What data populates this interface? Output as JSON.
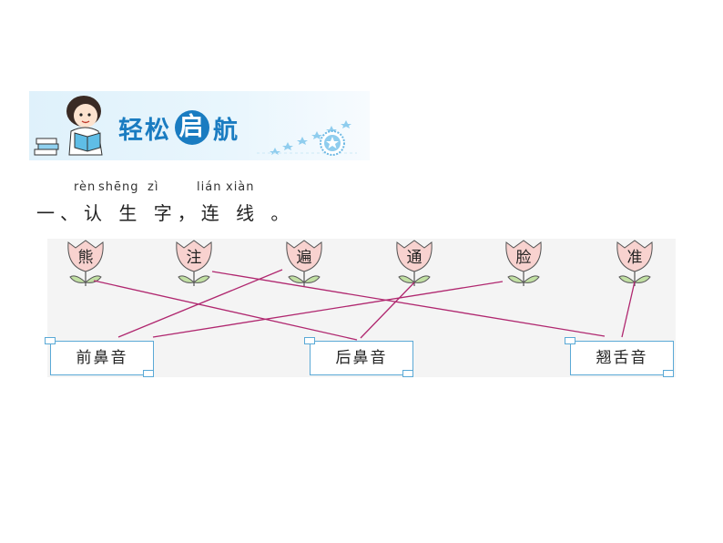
{
  "banner": {
    "title_left": "轻松",
    "title_mid": "启",
    "title_right": "航"
  },
  "question": {
    "pinyin_ren": "rèn",
    "pinyin_sheng": "shēng",
    "pinyin_zi": "zì",
    "pinyin_lian": "lián",
    "pinyin_xian": "xiàn",
    "text": "一、认 生 字，连 线 。"
  },
  "characters": [
    "熊",
    "注",
    "遍",
    "通",
    "脸",
    "准"
  ],
  "categories": [
    "前鼻音",
    "后鼻音",
    "翘舌音"
  ],
  "colors": {
    "line": "#b0276f",
    "accent": "#1a7cc1",
    "box_border": "#5aa9d6",
    "flower": "#f6c9c6",
    "leaf": "#b9db9a"
  }
}
